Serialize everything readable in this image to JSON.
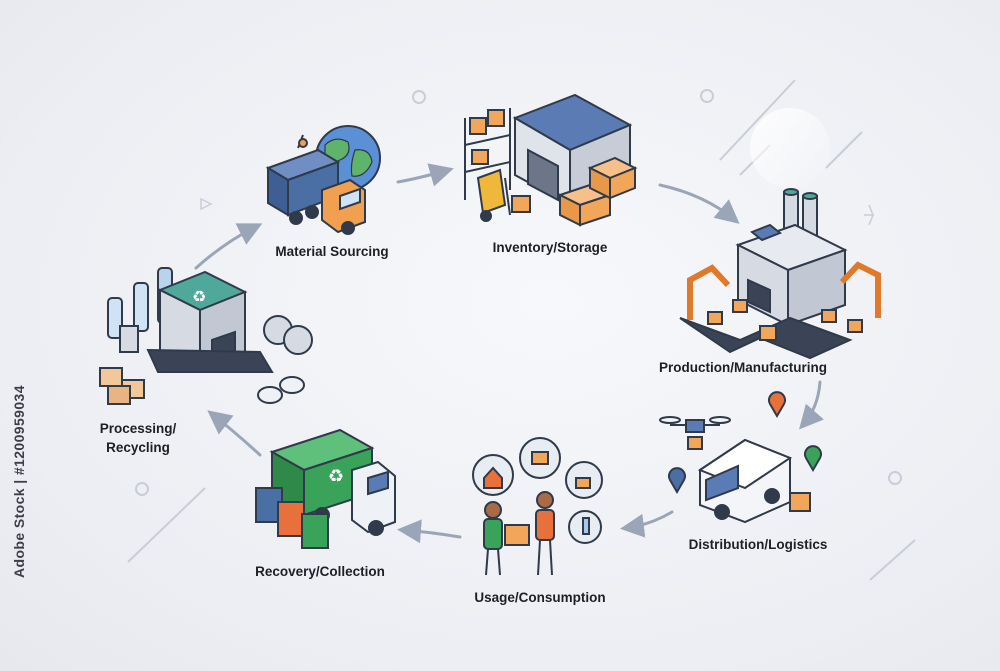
{
  "stages": {
    "material_sourcing": "Material Sourcing",
    "inventory_storage": "Inventory/Storage",
    "production_manufacturing": "Production/Manufacturing",
    "distribution_logistics": "Distribution/Logistics",
    "usage_consumption": "Usage/Consumption",
    "recovery_collection": "Recovery/Collection",
    "processing_recycling": "Processing/\nRecycling"
  },
  "watermark": "Adobe Stock | #1200959034",
  "colors": {
    "arrow": "#9aa6b8",
    "box": "#f2a65a",
    "truck_blue": "#4a6fa5",
    "cab_orange": "#f0a050",
    "bin_green": "#3aa35a",
    "roof_blue": "#5b7bb5",
    "teal": "#4fa89a"
  },
  "icons": [
    "container-truck-icon",
    "globe-icon",
    "warehouse-icon",
    "forklift-icon",
    "factory-icon",
    "robot-arm-icon",
    "conveyor-icon",
    "drone-icon",
    "delivery-van-icon",
    "location-pin-icon",
    "people-exchange-icon",
    "garbage-truck-icon",
    "recycle-bin-icon",
    "recycling-plant-icon",
    "bottle-icon"
  ]
}
